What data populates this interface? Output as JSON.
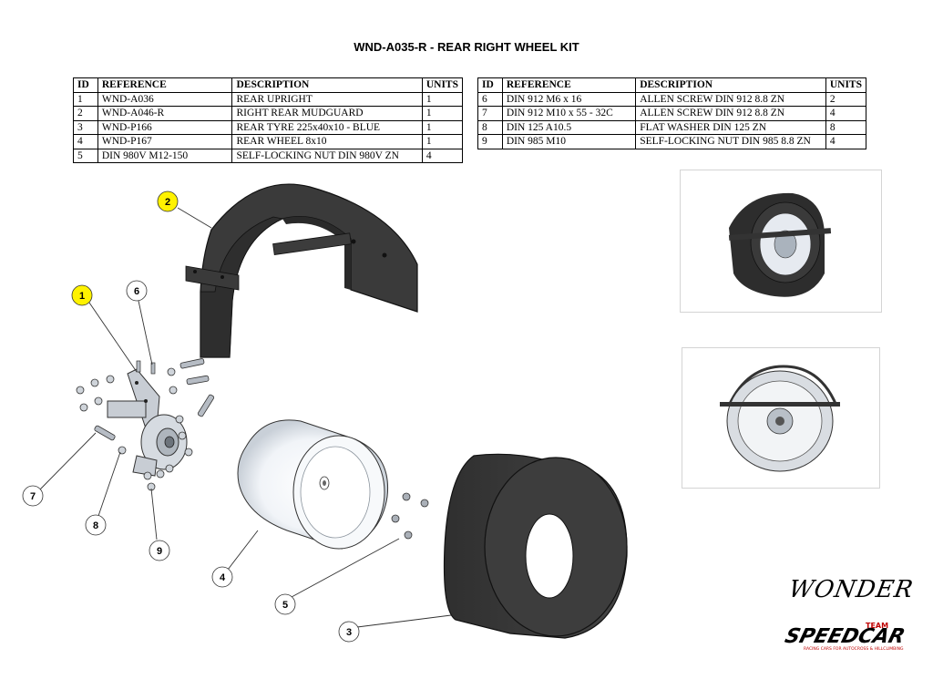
{
  "title": "WND-A035-R - REAR RIGHT WHEEL KIT",
  "table_headers": {
    "id": "ID",
    "reference": "REFERENCE",
    "description": "DESCRIPTION",
    "units": "UNITS"
  },
  "parts_left": [
    {
      "id": "1",
      "reference": "WND-A036",
      "description": "REAR UPRIGHT",
      "units": "1"
    },
    {
      "id": "2",
      "reference": "WND-A046-R",
      "description": "RIGHT REAR MUDGUARD",
      "units": "1"
    },
    {
      "id": "3",
      "reference": "WND-P166",
      "description": "REAR TYRE 225x40x10 - BLUE",
      "units": "1"
    },
    {
      "id": "4",
      "reference": "WND-P167",
      "description": "REAR WHEEL 8x10",
      "units": "1"
    },
    {
      "id": "5",
      "reference": "DIN 980V M12-150",
      "description": "SELF-LOCKING NUT DIN 980V ZN",
      "units": "4"
    }
  ],
  "parts_right": [
    {
      "id": "6",
      "reference": "DIN 912 M6 x 16",
      "description": "ALLEN SCREW DIN 912 8.8 ZN",
      "units": "2"
    },
    {
      "id": "7",
      "reference": "DIN 912 M10 x 55 - 32C",
      "description": "ALLEN SCREW DIN 912 8.8 ZN",
      "units": "4"
    },
    {
      "id": "8",
      "reference": "DIN 125 A10.5",
      "description": "FLAT WASHER DIN 125 ZN",
      "units": "8"
    },
    {
      "id": "9",
      "reference": "DIN 985 M10",
      "description": "SELF-LOCKING NUT DIN 985 8.8 ZN",
      "units": "4"
    }
  ],
  "callouts": {
    "c1": "1",
    "c2": "2",
    "c3": "3",
    "c4": "4",
    "c5": "5",
    "c6": "6",
    "c7": "7",
    "c8": "8",
    "c9": "9"
  },
  "colors": {
    "highlight": "#fff200",
    "part_dark": "#3a3a3a",
    "logo_red": "#c00000"
  },
  "logos": {
    "wonder": "WONDER",
    "speedcar": "SPEEDCAR",
    "speedcar_tag": "TEAM",
    "speedcar_sub": "RACING CARS FOR AUTOCROSS & HILLCLIMBING"
  }
}
